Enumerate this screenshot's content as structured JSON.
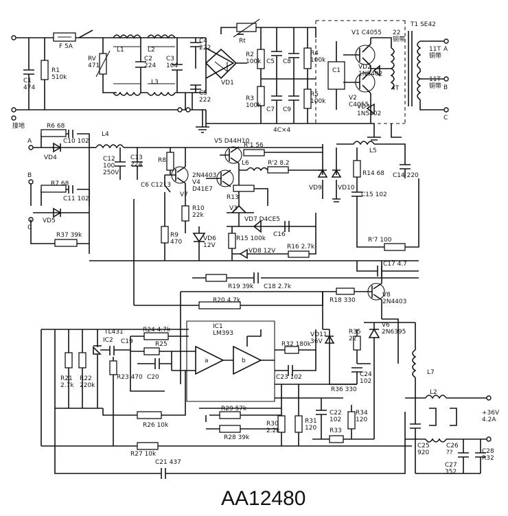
{
  "diagram_code": "AA12480",
  "labels": {
    "fuse": "F 5A",
    "c1": "C1\n474",
    "r1": "R1\n510k",
    "rv": "RV\n471",
    "l1": "L1",
    "l2": "L2",
    "l3": "L3",
    "c2": "C2\n224",
    "c3": "C3\n104",
    "c4": "C4\n222",
    "c5_top": "C5\n222",
    "vd1": "VD1",
    "jiedi": "接地",
    "rt": "Rt",
    "r2": "R2\n100k",
    "r3": "R3\n100k",
    "c5b": "C5",
    "c7": "C7",
    "c8": "C8",
    "c9": "C9",
    "r4": "R4\n100k",
    "r5": "R5\n100k",
    "bottom_cap": "4C×4",
    "ic1": "C1",
    "v1": "V1 C4055",
    "vd2": "VD2\n1N5402",
    "v2": "V2\nC4055",
    "vd3": "VD3\n1N5402",
    "t1": "T1 SE42",
    "t_22": "22\n铜带",
    "t_11a": "11T\n铜带",
    "t_11b": "11T\n铜带",
    "t_4": "4T",
    "term_a": "A",
    "term_b": "B",
    "term_c": "C",
    "in_a": "A",
    "in_b": "B",
    "in_c": "C",
    "r6": "R6 68",
    "c10": "C10 102",
    "vd4": "VD4",
    "l4": "L4",
    "c12": "C12\n100\n250V",
    "c13": "C13\n224",
    "r8": "R8",
    "v5": "V5 D44H10",
    "r11": "R'1 56",
    "l6": "L6",
    "r12": "R'2 8.2",
    "vd9": "VD9",
    "vd10": "VD10",
    "l5": "L5",
    "r14": "R14 68",
    "c14": "C14 220",
    "c15": "C15 102",
    "r7": "R7 68",
    "c11": "C11 102",
    "vd5": "VD5",
    "c6": "C6 C1213",
    "v7": "V7",
    "v4": "2N4403\nV4\nD41E7",
    "r13": "R13",
    "r10": "R10\n22k",
    "v3": "V3",
    "vd7": "VD7 D4CE5",
    "c16": "C16",
    "r37": "R37 39k",
    "r9": "R9\n470",
    "vd6": "VD6\n12V",
    "r15": "R15 100k",
    "vd8": "VD8 12V",
    "r16": "R16 2.7k",
    "r17": "R'7 100",
    "c17": "C17 4.7",
    "r19": "R19 39k",
    "c18": "C18 2.7k",
    "r20": "R20 4.7k",
    "r18": "R18 330",
    "v8": "V8\n2N4403",
    "tl431": "TL431",
    "ic2": "IC2",
    "c19": "C19",
    "r24": "R24 4.7k",
    "r25": "R25",
    "ic1_lm": "IC1\nLM393",
    "op_a": "a",
    "op_b": "b",
    "vd11": "VD11\n36V",
    "r32": "R32 180k",
    "r35": "R35\n22",
    "v6": "V6\n2N6395",
    "r21": "R21\n2.7k",
    "r22": "R22\n220k",
    "r23": "R23 470",
    "c20": "C20",
    "c23": "C23 102",
    "c24": "C24\n102",
    "r36": "R36 330",
    "l7": "L7",
    "r26": "R26 10k",
    "r29": "R29 57k",
    "r28": "R28 39k",
    "r30": "R30\n2.2k",
    "r31": "R31\n120",
    "c22": "C22\n102",
    "r34": "R34\n120",
    "r33": "R33",
    "l2_out": "L2",
    "out_v": "+36V\n4.2A",
    "r27": "R27 10k",
    "c21": "C21 437",
    "c25": "C25\n920",
    "c26": "C26\n??",
    "c27": "C27\n352",
    "c28": "C28\nR32"
  }
}
